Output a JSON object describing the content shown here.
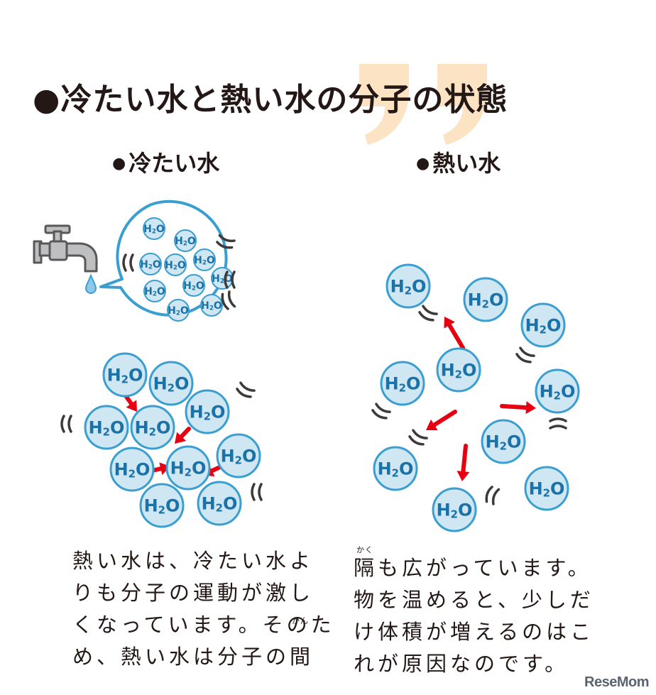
{
  "title": "●冷たい水と熱い水の分子の状態",
  "cold": {
    "bullet": "●",
    "label": "冷たい水"
  },
  "hot": {
    "bullet": "●",
    "label": "熱い水"
  },
  "molecule_label_main": "H",
  "molecule_label_sub": "2",
  "molecule_label_end": "O",
  "text_left": [
    "熱い水は、冷たい水よ",
    "りも分子の運動が激し",
    "くなっています。そのた",
    "め、熱い水は分子の間"
  ],
  "text_right": [
    "隔も広がっています。",
    "物を温めると、少しだ",
    "け体積が増えるのはこ",
    "れが原因なのです。"
  ],
  "ruby_kan": "かん",
  "ruby_kaku": "かく",
  "brand": "ReseMom",
  "colors": {
    "molecule_fill": "#cfe6f3",
    "molecule_stroke": "#3a9fd0",
    "arrow": "#e60012",
    "deco": "#fbe3c4"
  }
}
